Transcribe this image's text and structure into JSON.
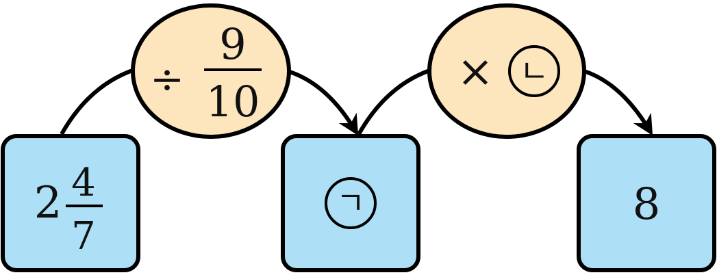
{
  "colors": {
    "box_fill": "#ADE0F7",
    "oval_fill": "#FDE5BE",
    "stroke": "#000000"
  },
  "boxes": [
    {
      "whole": "2",
      "numerator": "4",
      "denominator": "7"
    },
    {
      "marker": "ㄱ"
    },
    {
      "value": "8"
    }
  ],
  "operators": [
    {
      "symbol": "÷",
      "numerator": "9",
      "denominator": "10"
    },
    {
      "symbol": "×",
      "marker": "ㄴ"
    }
  ]
}
